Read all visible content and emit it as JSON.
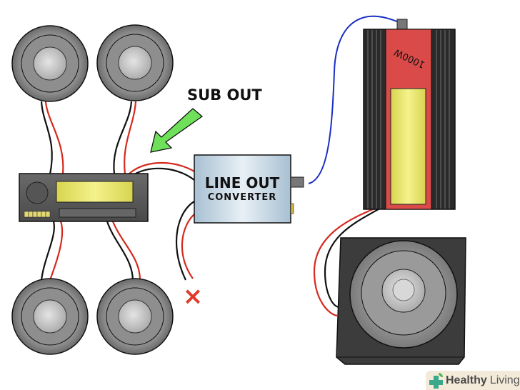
{
  "labels": {
    "sub_out": "SUB OUT",
    "converter_line1": "LINE OUT",
    "converter_line2": "CONVERTER",
    "amp_rating": "1000W",
    "disconnected_mark": "×"
  },
  "watermark": {
    "brand_bold": "Healthy",
    "brand_regular": "Living"
  },
  "colors": {
    "wire_positive": "#d42a1e",
    "wire_negative": "#111111",
    "wire_remote": "#1a2fc4",
    "arrow": "#6ee05a",
    "amp_body": "#d94a48",
    "amp_fins": "#2a2a2a",
    "display": "#e8e65a",
    "converter": "#bcd0de",
    "speaker": "#8a8a8a",
    "subwoofer_box": "#3a3a3a"
  },
  "components": {
    "speakers": [
      "front-left",
      "front-right",
      "rear-left",
      "rear-right"
    ],
    "head_unit": "car-stereo",
    "converter": "line-out-converter",
    "amplifier": "1000w-amplifier",
    "subwoofer": "subwoofer-enclosure"
  }
}
